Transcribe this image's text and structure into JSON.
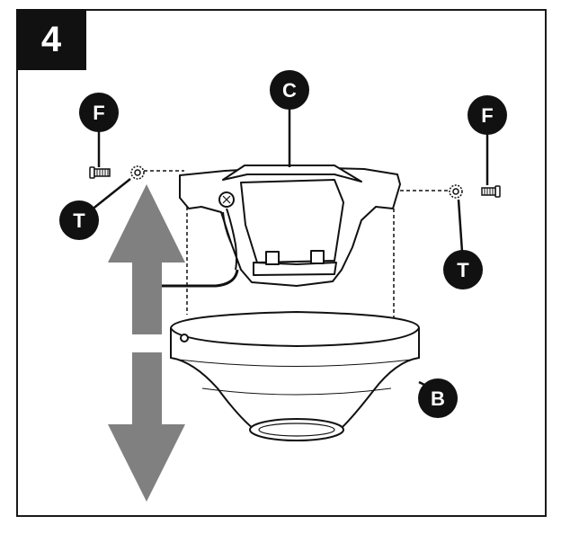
{
  "step": {
    "number": "4"
  },
  "callouts": [
    {
      "id": "C",
      "label": "C"
    },
    {
      "id": "F-left",
      "label": "F"
    },
    {
      "id": "F-right",
      "label": "F"
    },
    {
      "id": "T-left",
      "label": "T"
    },
    {
      "id": "T-right",
      "label": "T"
    },
    {
      "id": "B",
      "label": "B"
    }
  ],
  "colors": {
    "ink": "#111111",
    "arrow": "#808080",
    "fill": "#ffffff"
  }
}
